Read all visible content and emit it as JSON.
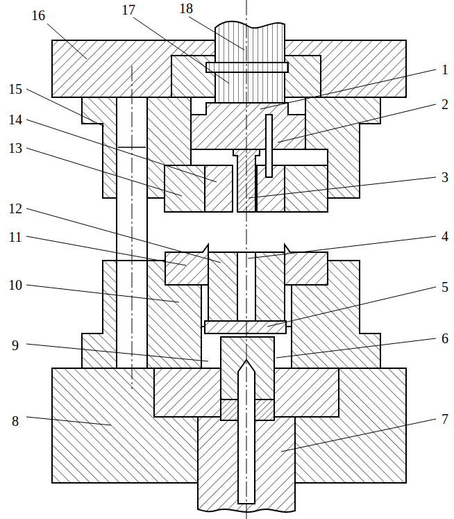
{
  "diagram": {
    "labels": [
      "1",
      "2",
      "3",
      "4",
      "5",
      "6",
      "7",
      "8",
      "9",
      "10",
      "11",
      "12",
      "13",
      "14",
      "15",
      "16",
      "17",
      "18"
    ]
  }
}
